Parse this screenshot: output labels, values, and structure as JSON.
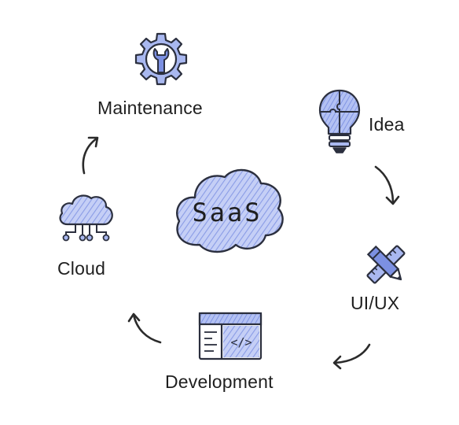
{
  "center": {
    "label": "SaaS",
    "icon": "cloud-icon"
  },
  "steps": [
    {
      "id": "maintenance",
      "label": "Maintenance",
      "icon": "gear-wrench-icon"
    },
    {
      "id": "idea",
      "label": "Idea",
      "icon": "lightbulb-puzzle-icon"
    },
    {
      "id": "uiux",
      "label": "UI/UX",
      "icon": "pencil-ruler-icon"
    },
    {
      "id": "development",
      "label": "Development",
      "icon": "code-window-icon"
    },
    {
      "id": "cloud",
      "label": "Cloud",
      "icon": "cloud-network-icon"
    }
  ],
  "colors": {
    "fill": "#a9b8f0",
    "fill_light": "#c9d2f7",
    "hatch": "#6f84e0",
    "stroke": "#2b2f3e",
    "arrow": "#2b2b2b"
  }
}
